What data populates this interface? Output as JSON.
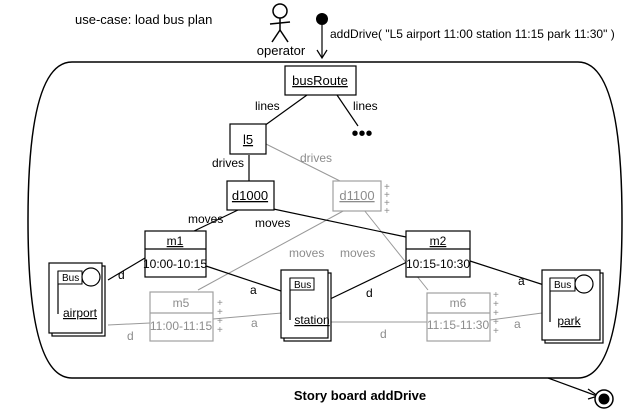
{
  "title": "use-case: load bus plan",
  "actor": {
    "label": "operator"
  },
  "message": "addDrive( \"L5 airport 11:00 station 11:15 park 11:30\" )",
  "caption": "Story board addDrive",
  "colors": {
    "ink": "#000000",
    "faded": "#8c8c8c",
    "fadedBox": "#a0a0a0"
  },
  "nodes": {
    "busRoute": {
      "label": "busRoute"
    },
    "l5": {
      "label": "l5"
    },
    "more": {
      "label": "•••"
    },
    "d1000": {
      "label": "d1000"
    },
    "d1100": {
      "label": "d1100"
    },
    "m1": {
      "label": "m1",
      "time": "10:00-10:15"
    },
    "m2": {
      "label": "m2",
      "time": "10:15-10:30"
    },
    "m5": {
      "label": "m5",
      "time": "11:00-11:15"
    },
    "m6": {
      "label": "m6",
      "time": "11:15-11:30"
    },
    "airport": {
      "label": "airport",
      "bus": "Bus"
    },
    "station": {
      "label": "station",
      "bus": "Bus"
    },
    "park": {
      "label": "park",
      "bus": "Bus"
    }
  },
  "edges": {
    "lines1": "lines",
    "lines2": "lines",
    "drives1": "drives",
    "drives2": "drives",
    "moves1": "moves",
    "moves2": "moves",
    "moves3": "moves",
    "moves4": "moves",
    "d_airport_m1": "d",
    "a_m1_station": "a",
    "d_station_m2": "d",
    "a_m2_park": "a",
    "d_airport_m5": "d",
    "a_m5_station": "a",
    "d_station_m6": "d",
    "a_m6_park": "a"
  },
  "plus": "+"
}
